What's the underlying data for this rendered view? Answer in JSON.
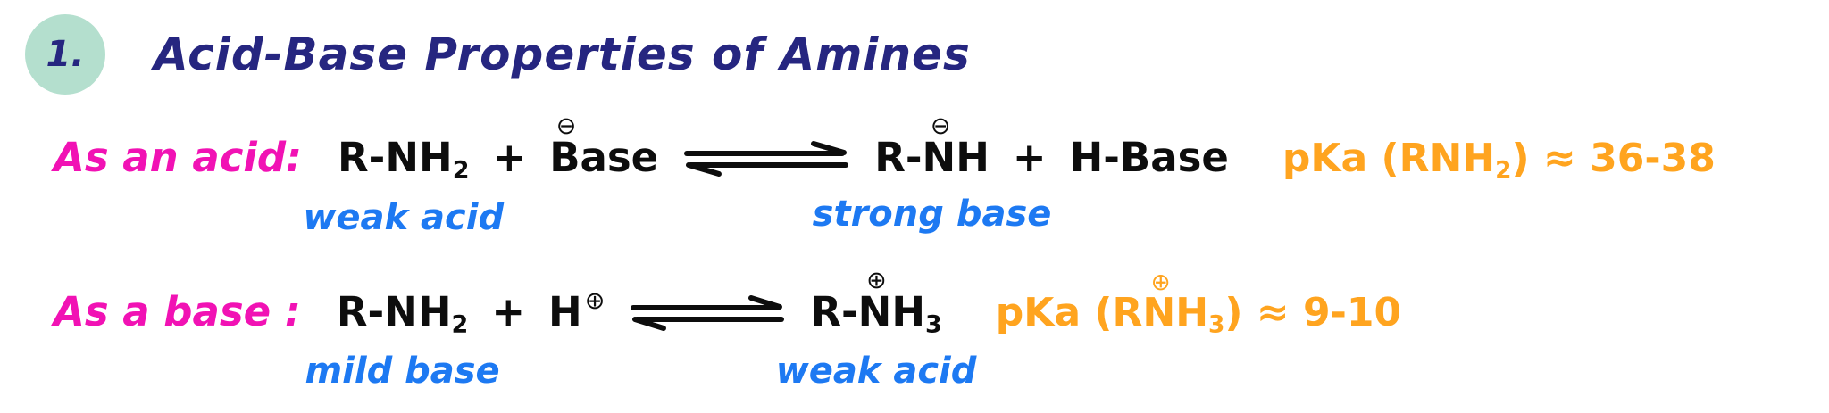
{
  "colors": {
    "background": "#ffffff",
    "badge_bg": "#b4dfce",
    "title": "#262680",
    "role_label": "#f112b4",
    "equation": "#0d0d0d",
    "annotation": "#1d79f2",
    "pka": "#ffa41f"
  },
  "header": {
    "badge_number": "1.",
    "title": "Acid-Base Properties of Amines"
  },
  "reaction_as_acid": {
    "role_label": "As an acid:",
    "amine_formula": "R-NH",
    "amine_subscript": "2",
    "amine_annotation": "weak acid",
    "plus_1": "+",
    "base_charge": "⊖",
    "base_initial": "B",
    "base_rest": "ase",
    "product_pre": "R-",
    "product_atom": "N",
    "product_charge": "⊖",
    "product_post": "H",
    "product_annotation": "strong base",
    "plus_2": "+",
    "conjugate_acid": "H-Base",
    "pka_pre": "pKa (RNH",
    "pka_sub": "2",
    "pka_post": ") ≈ 36-38"
  },
  "reaction_as_base": {
    "role_label": "As a base :",
    "amine_formula": "R-NH",
    "amine_subscript": "2",
    "amine_annotation": "mild base",
    "plus_1": "+",
    "proton": "H",
    "proton_charge": "⊕",
    "product_pre": "R-",
    "product_atom": "N",
    "product_charge": "⊕",
    "product_post": "H",
    "product_subscript": "3",
    "product_annotation": "weak acid",
    "pka_pre": "pKa (R",
    "pka_atom": "N",
    "pka_atom_charge": "⊕",
    "pka_mid": "H",
    "pka_sub": "3",
    "pka_post": ") ≈ 9-10"
  }
}
